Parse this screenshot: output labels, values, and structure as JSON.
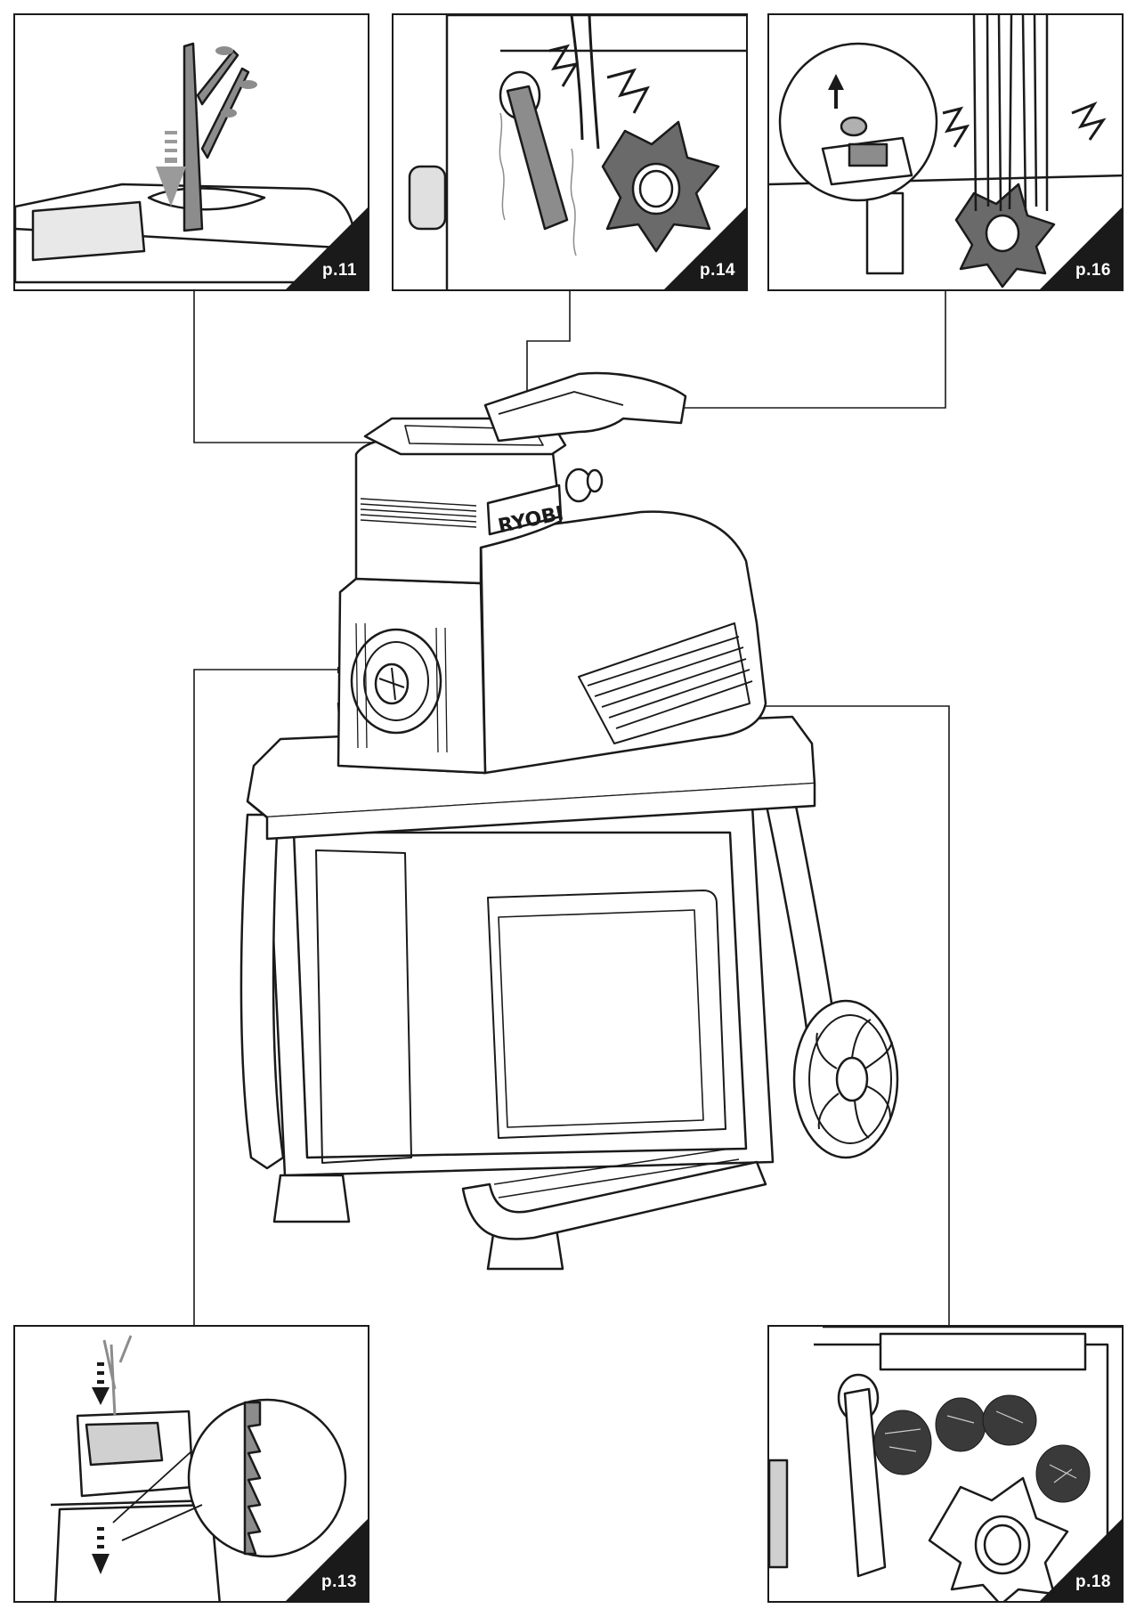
{
  "panels": [
    {
      "id": "feed",
      "page_ref": "p.11"
    },
    {
      "id": "jam",
      "page_ref": "p.14"
    },
    {
      "id": "reset",
      "page_ref": "p.16"
    },
    {
      "id": "press",
      "page_ref": "p.13"
    },
    {
      "id": "chips",
      "page_ref": "p.18"
    }
  ],
  "machine": {
    "brand": "RYOBI"
  },
  "colors": {
    "ink": "#1a1a1a",
    "grey": "#8c8c8c",
    "light": "#d0d0d0",
    "paper": "#ffffff"
  }
}
